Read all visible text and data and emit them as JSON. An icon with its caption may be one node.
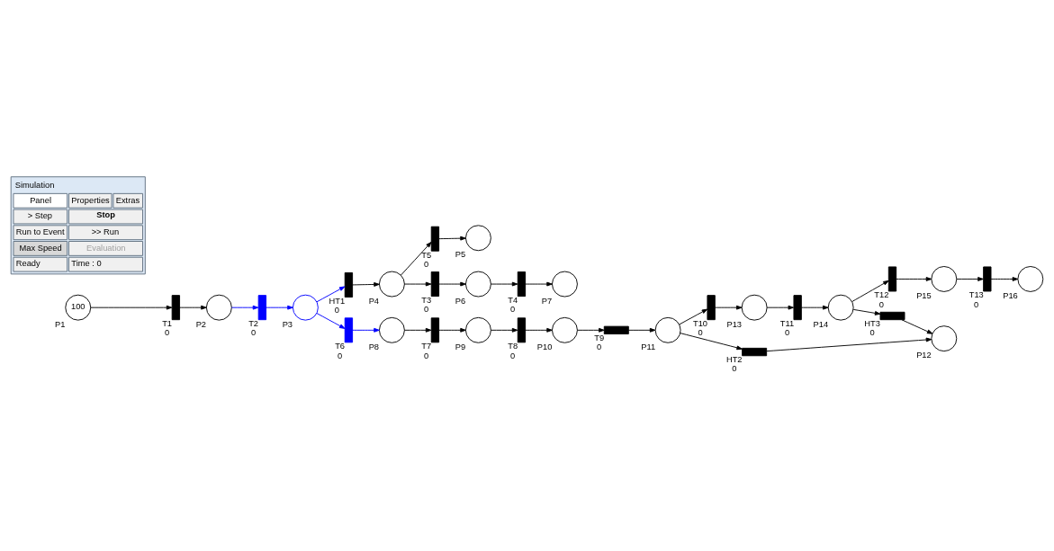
{
  "diagram": {
    "nodes": [
      {
        "text": [
          "100"
        ],
        "beside": [
          "P1"
        ]
      },
      {
        "text": [],
        "shape": "bar",
        "beside": [
          "T1",
          "0"
        ]
      },
      {
        "text": [],
        "shape": "circle",
        "beside": [
          "P2"
        ]
      },
      {
        "text": [],
        "shape": "bar",
        "beside": [
          "T2",
          "0"
        ]
      },
      {
        "text": [],
        "shape": "circle",
        "beside": [
          "P3"
        ]
      },
      {
        "text": [],
        "shape": "bar",
        "beside": [
          "HT1",
          "0"
        ]
      },
      {
        "text": [],
        "shape": "bar",
        "beside": [
          "T6",
          "0"
        ]
      },
      {
        "text": [],
        "shape": "circle",
        "beside": [
          "P4"
        ]
      },
      {
        "text": [],
        "shape": "circle",
        "beside": [
          "P8"
        ]
      },
      {
        "text": [],
        "shape": "bar",
        "beside": [
          "T5",
          "0"
        ]
      },
      {
        "text": [],
        "shape": "bar",
        "beside": [
          "T3",
          "0"
        ]
      },
      {
        "text": [],
        "shape": "circle",
        "beside": [
          "P5"
        ]
      },
      {
        "text": [],
        "shape": "circle",
        "beside": [
          "P6"
        ]
      },
      {
        "text": [],
        "shape": "bar",
        "beside": [
          "T4",
          "0"
        ]
      },
      {
        "text": [],
        "shape": "circle",
        "beside": [
          "P7"
        ]
      },
      {
        "text": [],
        "shape": "bar",
        "beside": [
          "T7",
          "0"
        ]
      },
      {
        "text": [],
        "shape": "circle",
        "beside": [
          "P9"
        ]
      },
      {
        "text": [],
        "shape": "bar",
        "beside": [
          "T8",
          "0"
        ]
      },
      {
        "text": [],
        "shape": "circle",
        "beside": [
          "P10"
        ]
      },
      {
        "text": [],
        "shape": "bar",
        "beside": [
          "T9",
          "0"
        ]
      },
      {
        "text": [],
        "shape": "circle",
        "beside": [
          "P11"
        ]
      },
      {
        "text": [],
        "shape": "bar",
        "beside": [
          "T10",
          "0"
        ]
      },
      {
        "text": [],
        "shape": "bar",
        "beside": [
          "HT2",
          "0"
        ]
      },
      {
        "text": [],
        "shape": "circle",
        "beside": [
          "P13"
        ]
      },
      {
        "text": [],
        "shape": "bar",
        "beside": [
          "T11",
          "0"
        ]
      },
      {
        "text": [],
        "shape": "circle",
        "beside": [
          "P14"
        ]
      },
      {
        "text": [],
        "shape": "bar",
        "beside": [
          "T12",
          "0"
        ]
      },
      {
        "text": [],
        "shape": "bar",
        "beside": [
          "HT3",
          "0"
        ]
      },
      {
        "text": [],
        "shape": "circle",
        "beside": [
          "P12"
        ]
      },
      {
        "text": [],
        "shape": "circle",
        "beside": [
          "P15"
        ]
      },
      {
        "text": [],
        "shape": "bar",
        "beside": [
          "T13",
          "0"
        ]
      },
      {
        "text": [],
        "shape": "circle",
        "beside": [
          "P16"
        ]
      },
      {
        "text": [
          "Simulation",
          "Panel",
          "Properties",
          "Extras",
          "> Step",
          "Stop",
          "Run to Event",
          ">> Run",
          "Max Speed",
          "Evaluation",
          "Ready",
          "Time : 0"
        ]
      }
    ],
    "edges": [
      {
        "from": 0,
        "to": 1,
        "arrow": "to"
      },
      {
        "from": 1,
        "to": 2,
        "arrow": "to"
      },
      {
        "from": 2,
        "to": 3,
        "arrow": "to",
        "color": "#0000ff"
      },
      {
        "from": 3,
        "to": 4,
        "arrow": "to",
        "color": "#0000ff"
      },
      {
        "from": 4,
        "to": 5,
        "arrow": "to",
        "color": "#0000ff"
      },
      {
        "from": 4,
        "to": 6,
        "arrow": "to",
        "color": "#0000ff"
      },
      {
        "from": 5,
        "to": 7,
        "arrow": "to"
      },
      {
        "from": 6,
        "to": 8,
        "arrow": "to",
        "color": "#0000ff"
      },
      {
        "from": 7,
        "to": 9,
        "arrow": "to"
      },
      {
        "from": 7,
        "to": 10,
        "arrow": "to"
      },
      {
        "from": 9,
        "to": 11,
        "arrow": "to"
      },
      {
        "from": 10,
        "to": 12,
        "arrow": "to"
      },
      {
        "from": 12,
        "to": 13,
        "arrow": "to"
      },
      {
        "from": 13,
        "to": 14,
        "arrow": "to"
      },
      {
        "from": 8,
        "to": 15,
        "arrow": "to"
      },
      {
        "from": 15,
        "to": 16,
        "arrow": "to"
      },
      {
        "from": 16,
        "to": 17,
        "arrow": "to"
      },
      {
        "from": 17,
        "to": 18,
        "arrow": "to"
      },
      {
        "from": 18,
        "to": 19,
        "arrow": "to"
      },
      {
        "from": 19,
        "to": 20,
        "arrow": "to"
      },
      {
        "from": 20,
        "to": 21,
        "arrow": "to"
      },
      {
        "from": 20,
        "to": 22,
        "arrow": "to"
      },
      {
        "from": 22,
        "to": 28,
        "arrow": "to"
      },
      {
        "from": 21,
        "to": 23,
        "arrow": "to"
      },
      {
        "from": 23,
        "to": 24,
        "arrow": "to"
      },
      {
        "from": 24,
        "to": 25,
        "arrow": "to"
      },
      {
        "from": 25,
        "to": 26,
        "arrow": "to"
      },
      {
        "from": 25,
        "to": 27,
        "arrow": "to"
      },
      {
        "from": 27,
        "to": 28,
        "arrow": "to"
      },
      {
        "from": 26,
        "to": 29,
        "arrow": "to"
      },
      {
        "from": 29,
        "to": 30,
        "arrow": "to"
      },
      {
        "from": 30,
        "to": 31,
        "arrow": "to"
      }
    ]
  }
}
